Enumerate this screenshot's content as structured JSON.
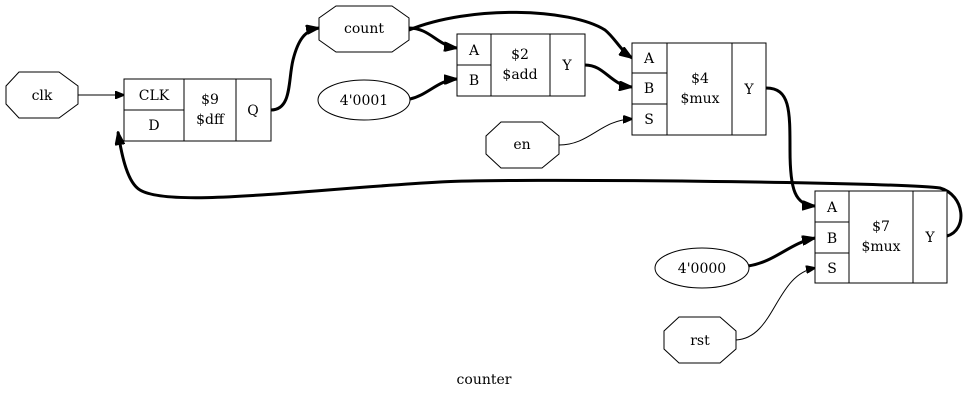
{
  "caption": "counter",
  "ports": {
    "clk": "clk",
    "count": "count",
    "en": "en",
    "rst": "rst"
  },
  "constants": {
    "c1": "4'0001",
    "c0": "4'0000"
  },
  "cells": {
    "dff": {
      "inputs": [
        "CLK",
        "D"
      ],
      "id": "$9",
      "type": "$dff",
      "output": "Q"
    },
    "add": {
      "inputs": [
        "A",
        "B"
      ],
      "id": "$2",
      "type": "$add",
      "output": "Y"
    },
    "mux4": {
      "inputs": [
        "A",
        "B",
        "S"
      ],
      "id": "$4",
      "type": "$mux",
      "output": "Y"
    },
    "mux7": {
      "inputs": [
        "A",
        "B",
        "S"
      ],
      "id": "$7",
      "type": "$mux",
      "output": "Y"
    }
  }
}
